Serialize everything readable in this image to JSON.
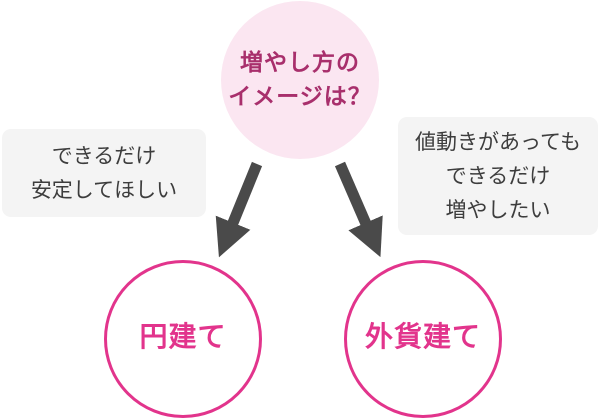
{
  "question": {
    "line1": "増やし方の",
    "line2": "イメージは？"
  },
  "notes": {
    "stable": {
      "line1": "できるだけ",
      "line2": "安定してほしい"
    },
    "growth": {
      "line1": "値動きがあっても",
      "line2": "できるだけ",
      "line3": "増やしたい"
    }
  },
  "options": {
    "yen": "円建て",
    "foreign": "外貨建て"
  },
  "colors": {
    "accent_pink": "#e2348c",
    "question_text": "#a82f6c",
    "question_bg": "#fbe6f1",
    "arrow_gray": "#4a4a4a",
    "note_bg": "#f4f4f4",
    "note_text": "#3d3d3d"
  }
}
